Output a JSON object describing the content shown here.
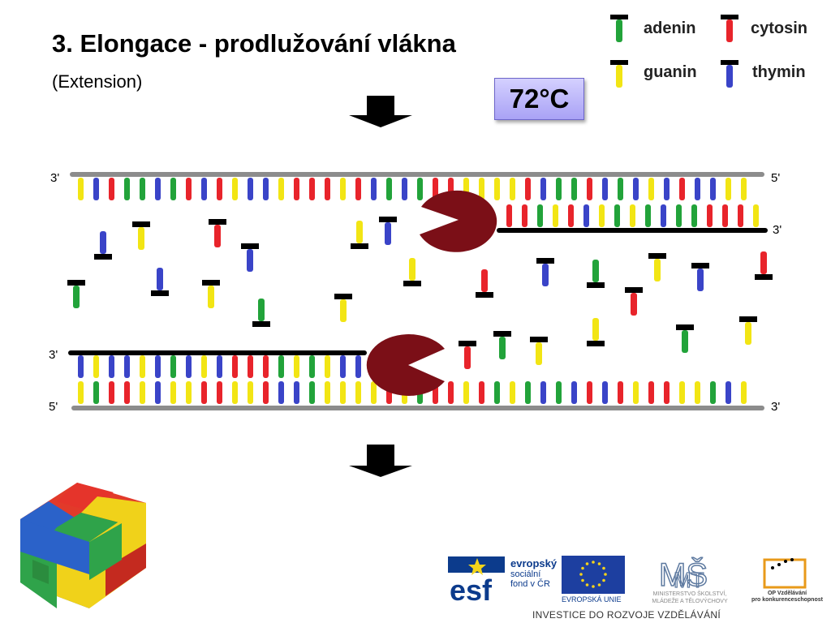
{
  "slide": {
    "title": "3. Elongace - prodlužování vlákna",
    "subtitle": "(Extension)",
    "temperature": "72°C"
  },
  "legend": [
    {
      "label": "adenin",
      "color": "#22a33a"
    },
    {
      "label": "cytosin",
      "color": "#e8242b"
    },
    {
      "label": "guanin",
      "color": "#f2e514"
    },
    {
      "label": "thymin",
      "color": "#3a44c8"
    }
  ],
  "strand_labels": {
    "top_template_left": "3'",
    "top_template_right": "5'",
    "top_new_right": "3'",
    "bottom_new_left": "3'",
    "bottom_template_left": "5'",
    "bottom_template_right": "3'"
  },
  "colors": {
    "backbone_template": "#8c8c8c",
    "backbone_new": "#000000",
    "polymerase": "#7b0f17",
    "arrow": "#000000"
  },
  "footer": {
    "esf_line1": "evropský",
    "esf_line2": "sociální",
    "esf_line3": "fond v ČR",
    "eu_label": "EVROPSKÁ UNIE",
    "msmt_line1": "MINISTERSTVO ŠKOLSTVÍ,",
    "msmt_line2": "MLÁDEŽE A TĚLOVÝCHOVY",
    "op_line1": "OP Vzdělávání",
    "op_line2": "pro konkurenceschopnost",
    "investice": "INVESTICE DO ROZVOJE VZDĚLÁVÁNÍ"
  }
}
